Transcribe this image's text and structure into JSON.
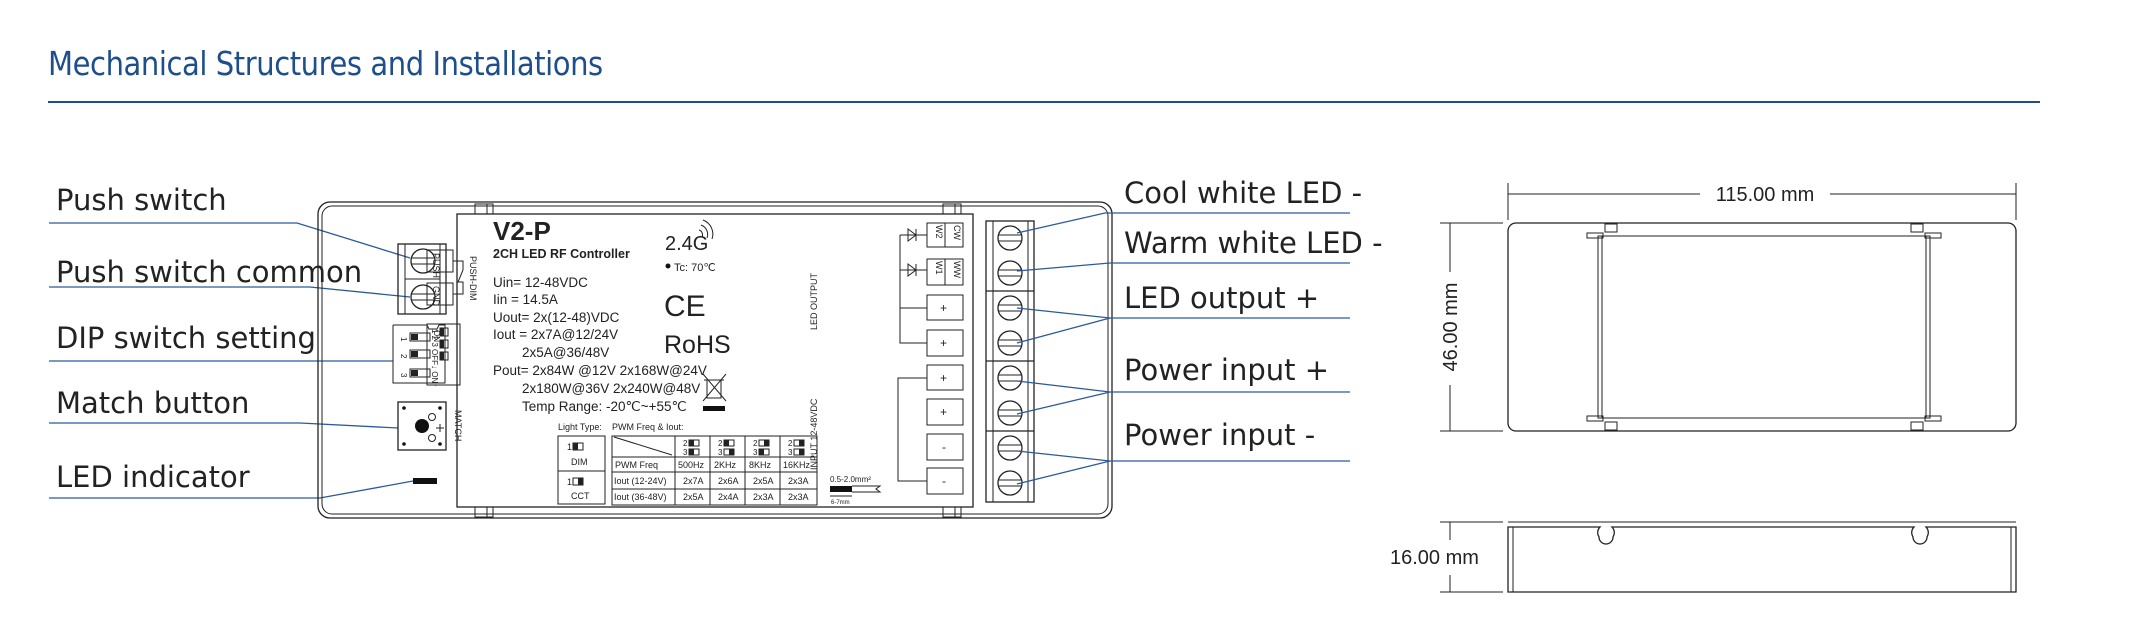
{
  "title": "Mechanical Structures and Installations",
  "colors": {
    "title": "#1f4e8c",
    "leader_lines": "#2a5a9c",
    "drawing": "#222222"
  },
  "left_callouts": [
    "Push switch",
    "Push switch common",
    "DIP switch setting",
    "Match button",
    "LED indicator"
  ],
  "right_callouts": [
    "Cool white LED -",
    "Warm white LED -",
    "LED output +",
    "Power input +",
    "Power input -"
  ],
  "device": {
    "model": "V2-P",
    "subtitle": "2CH LED RF Controller",
    "specs": [
      "Uin= 12-48VDC",
      "Iin = 14.5A",
      "Uout= 2x(12-48)VDC",
      "Iout = 2x7A@12/24V",
      "2x5A@36/48V",
      "Pout= 2x84W  @12V  2x168W@24V",
      "2x180W@36V  2x240W@48V",
      "Temp Range: -20℃~+55℃"
    ],
    "rf": "2.4G",
    "tc": "Tc: 70℃",
    "ce": "CE",
    "rohs": "RoHS",
    "push": "PUSH",
    "gnd": "GND",
    "push_dim": "PUSH-DIM",
    "dip_left": [
      "1",
      "2",
      "3"
    ],
    "dip_on": "ON",
    "dip_right_labels": "1 2 3 OFF↓ ON↑",
    "match": "MATCH",
    "led_output": "LED OUTPUT",
    "input": "INPUT 12-48VDC",
    "terminals": [
      {
        "a": "W2",
        "b": "CW"
      },
      {
        "a": "W1",
        "b": "WW"
      },
      {
        "a": "+"
      },
      {
        "a": "+"
      },
      {
        "a": "+"
      },
      {
        "a": "+"
      },
      {
        "a": "-"
      },
      {
        "a": "-"
      }
    ],
    "light_type_label": "Light Type:",
    "pwm_label": "PWM Freq & Iout:",
    "light_types": [
      {
        "pin": "1",
        "name": "DIM"
      },
      {
        "pin": "1",
        "name": "CCT"
      }
    ],
    "table": {
      "dip_headers": [
        [
          "2",
          "3"
        ],
        [
          "2",
          "3"
        ],
        [
          "2",
          "3"
        ],
        [
          "2",
          "3"
        ]
      ],
      "rows": [
        [
          "PWM Freq",
          "500Hz",
          "2KHz",
          "8KHz",
          "16KHz"
        ],
        [
          "Iout (12-24V)",
          "2x7A",
          "2x6A",
          "2x5A",
          "2x3A"
        ],
        [
          "Iout (36-48V)",
          "2x5A",
          "2x4A",
          "2x3A",
          "2x3A"
        ]
      ]
    },
    "wire_gauge": "0.5-2.0mm²",
    "strip_length": "6-7mm"
  },
  "dimensions": {
    "length": "115.00 mm",
    "width": "46.00 mm",
    "height": "16.00 mm"
  }
}
